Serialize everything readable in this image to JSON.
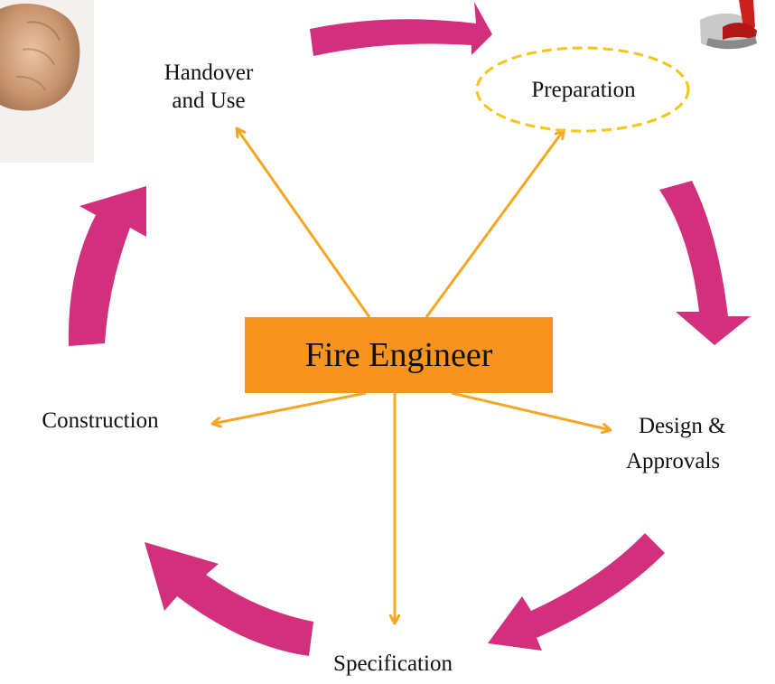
{
  "center": {
    "label": "Fire Engineer"
  },
  "stages": {
    "handover": {
      "line1": "Handover",
      "line2": "and Use"
    },
    "preparation": {
      "label": "Preparation"
    },
    "design": {
      "line1": "Design &",
      "line2": "Approvals"
    },
    "specification": {
      "label": "Specification"
    },
    "construction": {
      "label": "Construction"
    }
  },
  "colors": {
    "cycle_arrow": "#d2307c",
    "center_box": "#f7941d",
    "spoke_arrow": "#f5a623",
    "highlight_ellipse": "#f5c518"
  },
  "images": {
    "top_left": "handshake-photo",
    "top_right": "red-figure-clipart"
  }
}
